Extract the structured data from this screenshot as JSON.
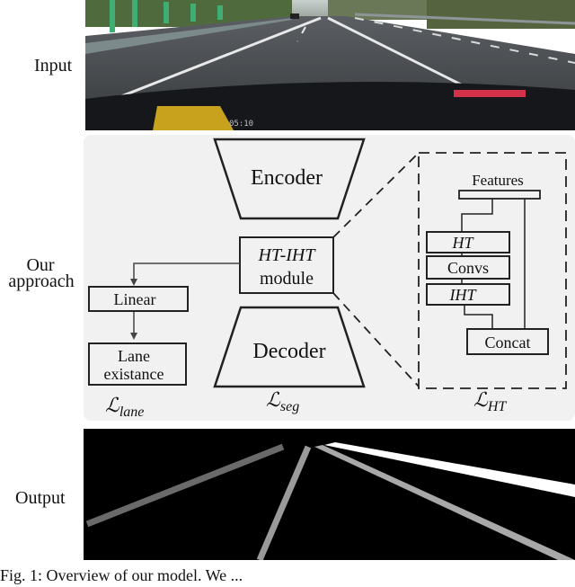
{
  "rows": {
    "input_label": "Input",
    "approach_label_line1": "Our",
    "approach_label_line2": "approach",
    "output_label": "Output"
  },
  "diagram": {
    "encoder": "Encoder",
    "decoder": "Decoder",
    "module_line1": "HT-IHT",
    "module_line2": "module",
    "linear": "Linear",
    "lane_line1": "Lane",
    "lane_line2": "existance",
    "loss_lane": "ℒ",
    "loss_lane_sub": "lane",
    "loss_seg": "ℒ",
    "loss_seg_sub": "seg",
    "loss_ht": "ℒ",
    "loss_ht_sub": "HT",
    "features": "Features",
    "ht": "HT",
    "convs": "Convs",
    "iht": "IHT",
    "concat": "Concat"
  },
  "caption": "Fig. 1: Overview of our model. We ...",
  "colors": {
    "panel_bg": "#f1f1f1",
    "stroke": "#222222",
    "lane_white": "#ffffff",
    "lane_gray": "#9a9a9a",
    "lane_dark": "#6a6a6a"
  }
}
